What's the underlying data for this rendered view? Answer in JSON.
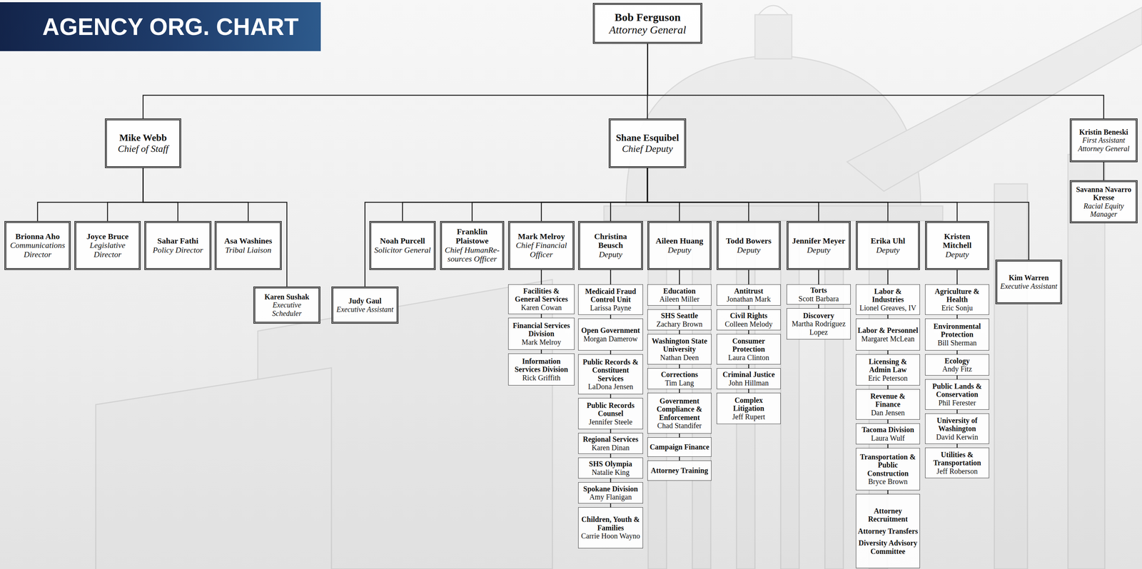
{
  "diagram": {
    "title": "AGENCY ORG. CHART",
    "nodes": [
      {
        "text": [
          "Bob Ferguson",
          "Attorney General"
        ]
      },
      {
        "text": [
          "Mike Webb",
          "Chief of Staff"
        ]
      },
      {
        "text": [
          "Shane Esquibel",
          "Chief Deputy"
        ]
      },
      {
        "text": [
          "Kristin Beneski",
          "First Assistant Attorney General"
        ]
      },
      {
        "text": [
          "Savanna Navarro Kresse",
          "Racial Equity Manager"
        ]
      },
      {
        "text": [
          "Brionna Aho",
          "Communications Director"
        ]
      },
      {
        "text": [
          "Joyce Bruce",
          "Legislative Director"
        ]
      },
      {
        "text": [
          "Sahar Fathi",
          "Policy Director"
        ]
      },
      {
        "text": [
          "Asa Washines",
          "Tribal Liaison"
        ]
      },
      {
        "text": [
          "Karen Sushak",
          "Executive Scheduler"
        ]
      },
      {
        "text": [
          "Judy Gaul",
          "Executive Assistant"
        ]
      },
      {
        "text": [
          "Noah Purcell",
          "Solicitor General"
        ]
      },
      {
        "text": [
          "Franklin Plaistowe",
          "Chief HumanRe- sources Officer"
        ]
      },
      {
        "text": [
          "Mark Melroy",
          "Chief Financial Officer"
        ]
      },
      {
        "text": [
          "Christina Beusch",
          "Deputy"
        ]
      },
      {
        "text": [
          "Aileen Huang",
          "Deputy"
        ]
      },
      {
        "text": [
          "Todd Bowers",
          "Deputy"
        ]
      },
      {
        "text": [
          "Jennifer Meyer",
          "Deputy"
        ]
      },
      {
        "text": [
          "Erika Uhl",
          "Deputy"
        ]
      },
      {
        "text": [
          "Kristen Mitchell",
          "Deputy"
        ]
      },
      {
        "text": [
          "Kim Warren",
          "Executive Assistant"
        ]
      },
      {
        "text": [
          "Facilities & General Services",
          "Karen Cowan"
        ]
      },
      {
        "text": [
          "Financial Services Division",
          "Mark Melroy"
        ]
      },
      {
        "text": [
          "Information Services Division",
          "Rick Griffith"
        ]
      },
      {
        "text": [
          "Medicaid Fraud Control Unit",
          "Larissa Payne"
        ]
      },
      {
        "text": [
          "Open Government",
          "Morgan Damerow"
        ]
      },
      {
        "text": [
          "Public Records & Constituent Services",
          "LaDona Jensen"
        ]
      },
      {
        "text": [
          "Public Records Counsel",
          "Jennifer Steele"
        ]
      },
      {
        "text": [
          "Regional Services",
          "Karen Dinan"
        ]
      },
      {
        "text": [
          "SHS Olympia",
          "Natalie King"
        ]
      },
      {
        "text": [
          "Spokane Division",
          "Amy Flanigan"
        ]
      },
      {
        "text": [
          "Children, Youth & Families",
          "Carrie Hoon Wayno"
        ]
      },
      {
        "text": [
          "Education",
          "Aileen Miller"
        ]
      },
      {
        "text": [
          "SHS Seattle",
          "Zachary Brown"
        ]
      },
      {
        "text": [
          "Washington State University",
          "Nathan Deen"
        ]
      },
      {
        "text": [
          "Corrections",
          "Tim Lang"
        ]
      },
      {
        "text": [
          "Government Compliance & Enforcement",
          "Chad Standifer"
        ]
      },
      {
        "text": [
          "Campaign Finance"
        ]
      },
      {
        "text": [
          "Attorney Training"
        ]
      },
      {
        "text": [
          "Antitrust",
          "Jonathan Mark"
        ]
      },
      {
        "text": [
          "Civil Rights",
          "Colleen Melody"
        ]
      },
      {
        "text": [
          "Consumer Protection",
          "Laura Clinton"
        ]
      },
      {
        "text": [
          "Criminal Justice",
          "John Hillman"
        ]
      },
      {
        "text": [
          "Complex Litigation",
          "Jeff Rupert"
        ]
      },
      {
        "text": [
          "Torts",
          "Scott Barbara"
        ]
      },
      {
        "text": [
          "Discovery",
          "Martha Rodriguez Lopez"
        ]
      },
      {
        "text": [
          "Labor & Industries",
          "Lionel Greaves, IV"
        ]
      },
      {
        "text": [
          "Labor & Personnel",
          "Margaret McLean"
        ]
      },
      {
        "text": [
          "Licensing & Admin Law",
          "Eric Peterson"
        ]
      },
      {
        "text": [
          "Revenue & Finance",
          "Dan Jensen"
        ]
      },
      {
        "text": [
          "Tacoma Division",
          "Laura Wulf"
        ]
      },
      {
        "text": [
          "Transportation & Public Construction",
          "Bryce Brown"
        ]
      },
      {
        "text": [
          "Attorney Recruitment",
          "Attorney Transfers",
          "Diversity Advisory Committee"
        ]
      },
      {
        "text": [
          "Agriculture & Health",
          "Eric Sonju"
        ]
      },
      {
        "text": [
          "Environmental Protection",
          "Bill Sherman"
        ]
      },
      {
        "text": [
          "Ecology",
          "Andy Fitz"
        ]
      },
      {
        "text": [
          "Public Lands & Conservation",
          "Phil Ferester"
        ]
      },
      {
        "text": [
          "University of Washington",
          "David Kerwin"
        ]
      },
      {
        "text": [
          "Utilities & Transportation",
          "Jeff Roberson"
        ]
      }
    ],
    "edges": [
      {
        "from": 0,
        "to": 1,
        "arrow": "none"
      },
      {
        "from": 0,
        "to": 2,
        "arrow": "none"
      },
      {
        "from": 0,
        "to": 3,
        "arrow": "none"
      },
      {
        "from": 3,
        "to": 4,
        "arrow": "none"
      },
      {
        "from": 1,
        "to": 5,
        "arrow": "none"
      },
      {
        "from": 1,
        "to": 6,
        "arrow": "none"
      },
      {
        "from": 1,
        "to": 7,
        "arrow": "none"
      },
      {
        "from": 1,
        "to": 8,
        "arrow": "none"
      },
      {
        "from": 1,
        "to": 9,
        "arrow": "none"
      },
      {
        "from": 2,
        "to": 10,
        "arrow": "none"
      },
      {
        "from": 2,
        "to": 11,
        "arrow": "none"
      },
      {
        "from": 2,
        "to": 12,
        "arrow": "none"
      },
      {
        "from": 2,
        "to": 13,
        "arrow": "none"
      },
      {
        "from": 2,
        "to": 14,
        "arrow": "none"
      },
      {
        "from": 2,
        "to": 15,
        "arrow": "none"
      },
      {
        "from": 2,
        "to": 16,
        "arrow": "none"
      },
      {
        "from": 2,
        "to": 17,
        "arrow": "none"
      },
      {
        "from": 2,
        "to": 18,
        "arrow": "none"
      },
      {
        "from": 2,
        "to": 19,
        "arrow": "none"
      },
      {
        "from": 2,
        "to": 20,
        "arrow": "none"
      },
      {
        "from": 13,
        "to": 21,
        "arrow": "none"
      },
      {
        "from": 21,
        "to": 22,
        "arrow": "none"
      },
      {
        "from": 22,
        "to": 23,
        "arrow": "none"
      },
      {
        "from": 14,
        "to": 24,
        "arrow": "none"
      },
      {
        "from": 24,
        "to": 25,
        "arrow": "none"
      },
      {
        "from": 25,
        "to": 26,
        "arrow": "none"
      },
      {
        "from": 26,
        "to": 27,
        "arrow": "none"
      },
      {
        "from": 27,
        "to": 28,
        "arrow": "none"
      },
      {
        "from": 28,
        "to": 29,
        "arrow": "none"
      },
      {
        "from": 29,
        "to": 30,
        "arrow": "none"
      },
      {
        "from": 30,
        "to": 31,
        "arrow": "none"
      },
      {
        "from": 15,
        "to": 32,
        "arrow": "none"
      },
      {
        "from": 32,
        "to": 33,
        "arrow": "none"
      },
      {
        "from": 33,
        "to": 34,
        "arrow": "none"
      },
      {
        "from": 34,
        "to": 35,
        "arrow": "none"
      },
      {
        "from": 35,
        "to": 36,
        "arrow": "none"
      },
      {
        "from": 36,
        "to": 37,
        "arrow": "none"
      },
      {
        "from": 37,
        "to": 38,
        "arrow": "none"
      },
      {
        "from": 16,
        "to": 39,
        "arrow": "none"
      },
      {
        "from": 39,
        "to": 40,
        "arrow": "none"
      },
      {
        "from": 40,
        "to": 41,
        "arrow": "none"
      },
      {
        "from": 41,
        "to": 42,
        "arrow": "none"
      },
      {
        "from": 42,
        "to": 43,
        "arrow": "none"
      },
      {
        "from": 17,
        "to": 44,
        "arrow": "none"
      },
      {
        "from": 44,
        "to": 45,
        "arrow": "none"
      },
      {
        "from": 18,
        "to": 46,
        "arrow": "none"
      },
      {
        "from": 46,
        "to": 47,
        "arrow": "none"
      },
      {
        "from": 47,
        "to": 48,
        "arrow": "none"
      },
      {
        "from": 48,
        "to": 49,
        "arrow": "none"
      },
      {
        "from": 49,
        "to": 50,
        "arrow": "none"
      },
      {
        "from": 50,
        "to": 51,
        "arrow": "none"
      },
      {
        "from": 51,
        "to": 52,
        "arrow": "none"
      },
      {
        "from": 19,
        "to": 53,
        "arrow": "none"
      },
      {
        "from": 53,
        "to": 54,
        "arrow": "none"
      },
      {
        "from": 54,
        "to": 55,
        "arrow": "none"
      },
      {
        "from": 55,
        "to": 56,
        "arrow": "none"
      },
      {
        "from": 56,
        "to": 57,
        "arrow": "none"
      },
      {
        "from": 57,
        "to": 58,
        "arrow": "none"
      }
    ]
  }
}
